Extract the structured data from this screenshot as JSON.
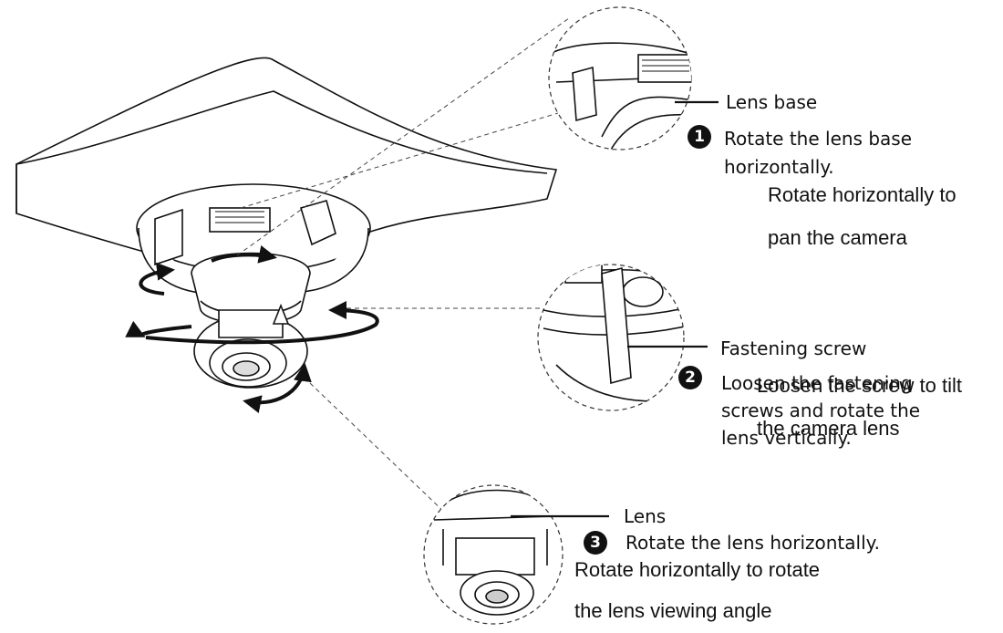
{
  "step1": {
    "badge": "1",
    "part_label": "Lens base",
    "instruction_line1": "Rotate the lens base",
    "instruction_line2": "horizontally.",
    "note_line1": "Rotate horizontally to",
    "note_line2": "pan the camera"
  },
  "step2": {
    "badge": "2",
    "part_label": "Fastening screw",
    "instruction_line1": "Loosen the fastening",
    "instruction_line2": "screws and rotate the",
    "instruction_line3": "lens vertically.",
    "note_line1": "Loosen the screw to tilt",
    "note_line2": "the camera lens"
  },
  "step3": {
    "badge": "3",
    "part_label": "Lens",
    "instruction": "Rotate the lens horizontally.",
    "note_line1": "Rotate horizontally to rotate",
    "note_line2": "the lens viewing angle"
  },
  "icons": [
    "ceiling-mount",
    "dome-camera",
    "rotation-arrow",
    "detail-callout-circle"
  ]
}
